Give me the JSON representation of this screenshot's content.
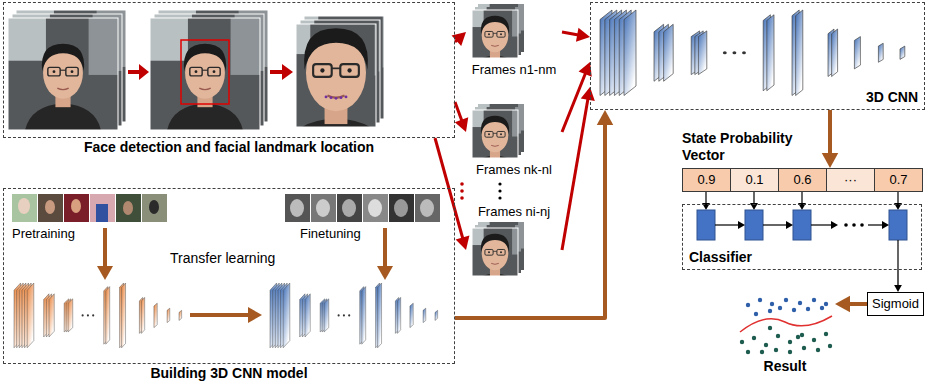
{
  "diagram": {
    "nodes": [
      {
        "text": [
          "Face detection and facial landmark location"
        ]
      },
      {
        "text": [
          "Frames n1-nm"
        ]
      },
      {
        "text": [
          "Frames nk-nl"
        ]
      },
      {
        "text": [
          "Frames ni-nj"
        ]
      },
      {
        "text": [
          "3D CNN"
        ]
      },
      {
        "text": [
          "Building 3D CNN model"
        ]
      },
      {
        "text": [
          "State Probability Vector"
        ]
      },
      {
        "text": [
          "0.9"
        ],
        "in": 6
      },
      {
        "text": [
          "0.1"
        ],
        "in": 6
      },
      {
        "text": [
          "0.6"
        ],
        "in": 6
      },
      {
        "text": [
          "···"
        ],
        "in": 6
      },
      {
        "text": [
          "0.7"
        ],
        "in": 6
      },
      {
        "text": [
          "Classifier"
        ]
      },
      {
        "text": [
          "Sigmoid"
        ]
      },
      {
        "text": [
          "Result"
        ]
      }
    ],
    "edges": [
      {
        "from": 0,
        "to": 1,
        "arrow": "to"
      },
      {
        "from": 0,
        "to": 2,
        "arrow": "to"
      },
      {
        "from": 0,
        "to": 3,
        "arrow": "to"
      },
      {
        "from": 1,
        "to": 4,
        "arrow": "to"
      },
      {
        "from": 2,
        "to": 4,
        "arrow": "to"
      },
      {
        "from": 3,
        "to": 4,
        "arrow": "to"
      },
      {
        "from": 5,
        "to": 4,
        "arrow": "to"
      },
      {
        "from": 4,
        "to": 6,
        "arrow": "to"
      },
      {
        "from": 12,
        "to": 13,
        "arrow": "to"
      },
      {
        "from": 13,
        "to": 14,
        "arrow": "to"
      }
    ],
    "labels": [
      "Pretraining",
      "Transfer learning",
      "Finetuning"
    ]
  }
}
